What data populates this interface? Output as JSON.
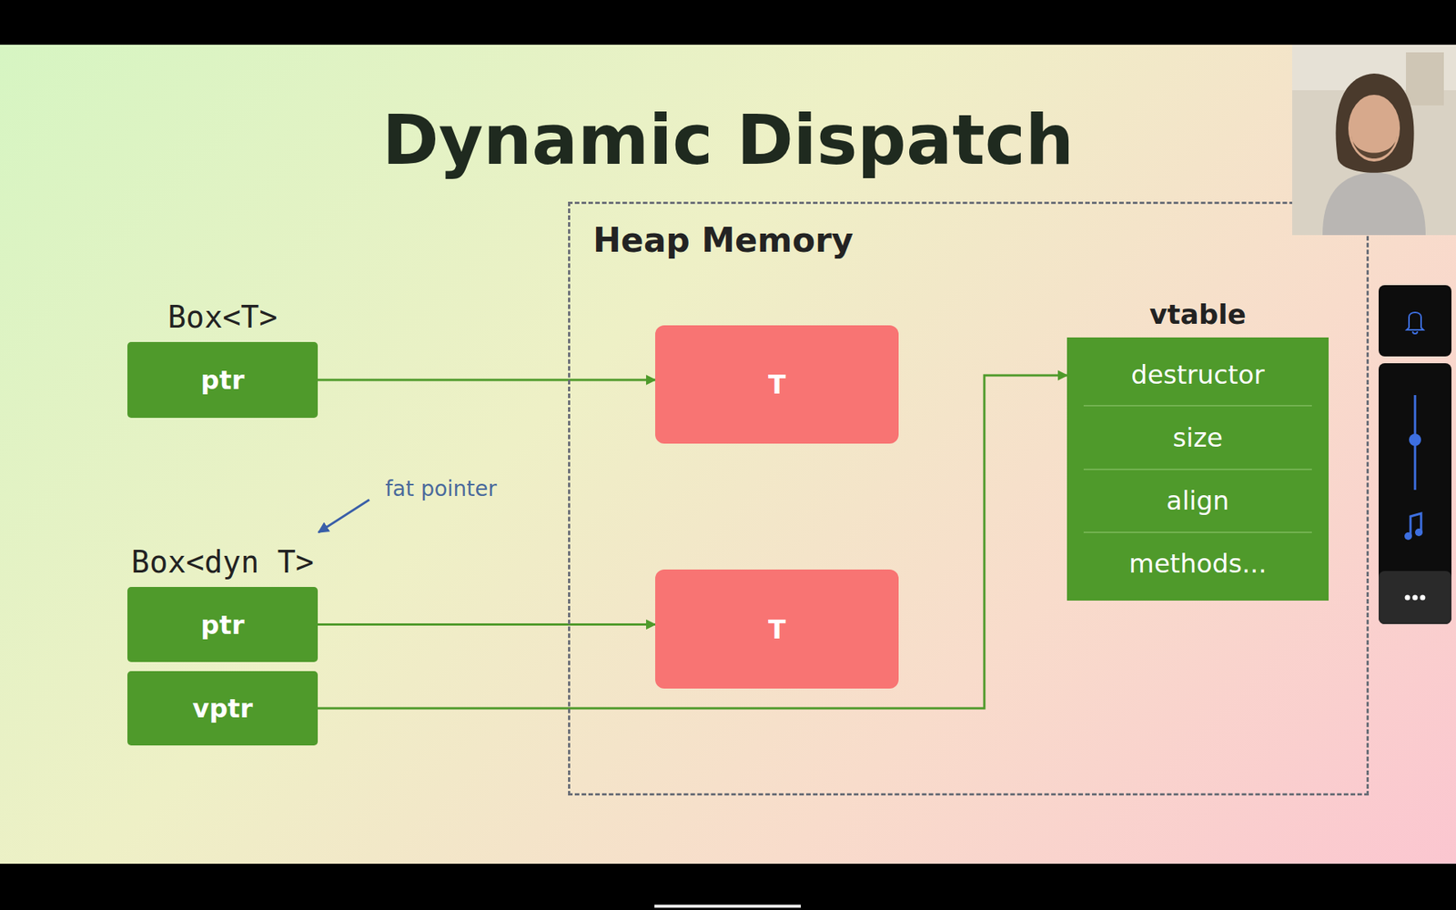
{
  "diagram": {
    "title": "Dynamic Dispatch",
    "nodes": [
      {
        "text": [
          "Box<T>",
          "ptr"
        ]
      },
      {
        "text": [
          "Heap Memory"
        ]
      },
      {
        "text": [
          "T"
        ],
        "in": 1
      },
      {
        "text": [
          "vtable",
          "destructor",
          "size",
          "align",
          "methods..."
        ],
        "in": 1
      },
      {
        "text": [
          "Box<dyn T>",
          "ptr"
        ]
      },
      {
        "text": [
          "vptr"
        ]
      },
      {
        "text": [
          "T"
        ],
        "in": 1
      }
    ],
    "edges": [
      {
        "from": 0,
        "to": 2,
        "arrow": "to"
      },
      {
        "from": 4,
        "to": 6,
        "arrow": "to"
      },
      {
        "from": 5,
        "to": 3,
        "arrow": "to"
      }
    ],
    "labels": [
      "fat pointer"
    ]
  }
}
